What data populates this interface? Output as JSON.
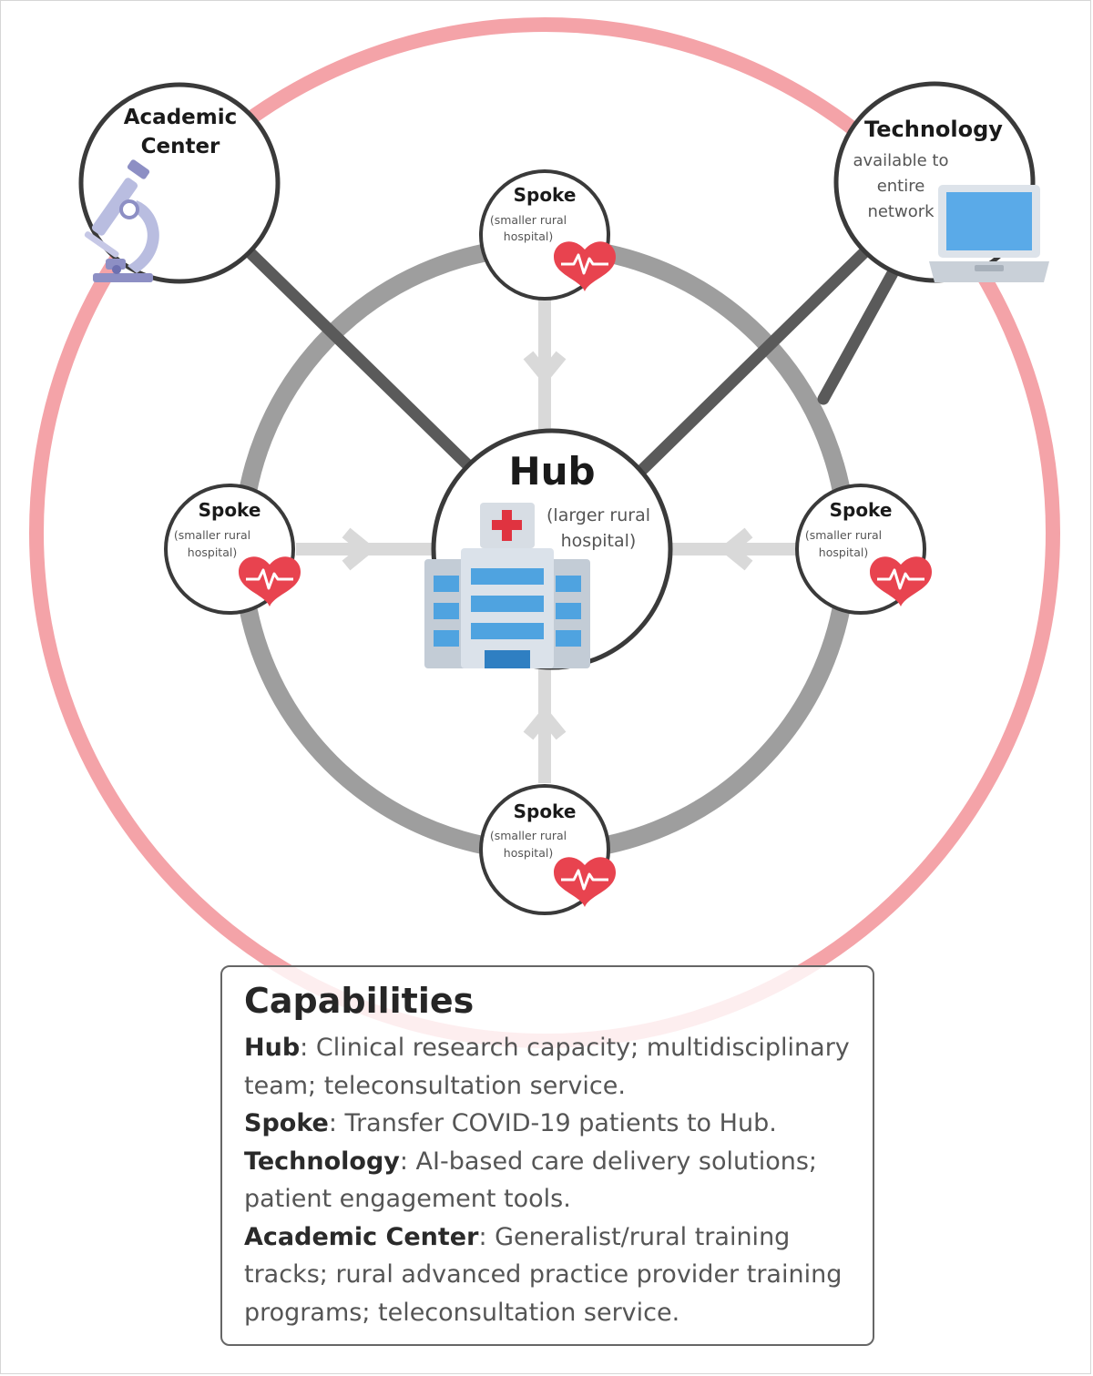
{
  "nodes": {
    "academic": {
      "line1": "Academic",
      "line2": "Center"
    },
    "technology": {
      "title": "Technology",
      "sub1": "available to",
      "sub2": "entire",
      "sub3": "network"
    },
    "hub": {
      "title": "Hub",
      "sub1": "(larger rural",
      "sub2": "hospital)"
    },
    "spoke": {
      "title": "Spoke",
      "sub1": "(smaller rural",
      "sub2": "hospital)"
    }
  },
  "capabilities": {
    "title": "Capabilities",
    "items": [
      {
        "term": "Hub",
        "text": ": Clinical research capacity; multidisciplinary team; teleconsultation service."
      },
      {
        "term": "Spoke",
        "text": ": Transfer COVID-19 patients to Hub."
      },
      {
        "term": "Technology",
        "text": ": AI-based care delivery solutions; patient engagement tools."
      },
      {
        "term": "Academic Center",
        "text": ": Generalist/rural training tracks; rural advanced practice provider training programs; teleconsultation service."
      }
    ]
  },
  "colors": {
    "outer_ring": "#f4a3a8",
    "inner_ring": "#9e9e9e",
    "connector": "#5a5a5a",
    "arrow": "#d9d9d9",
    "heart": "#e8434f",
    "hospital_blue": "#4fa3e0",
    "laptop_screen": "#5aaae8",
    "microscope": "#8d8fc4"
  },
  "icons": [
    "microscope-icon",
    "laptop-icon",
    "hospital-icon",
    "heart-pulse-icon"
  ]
}
